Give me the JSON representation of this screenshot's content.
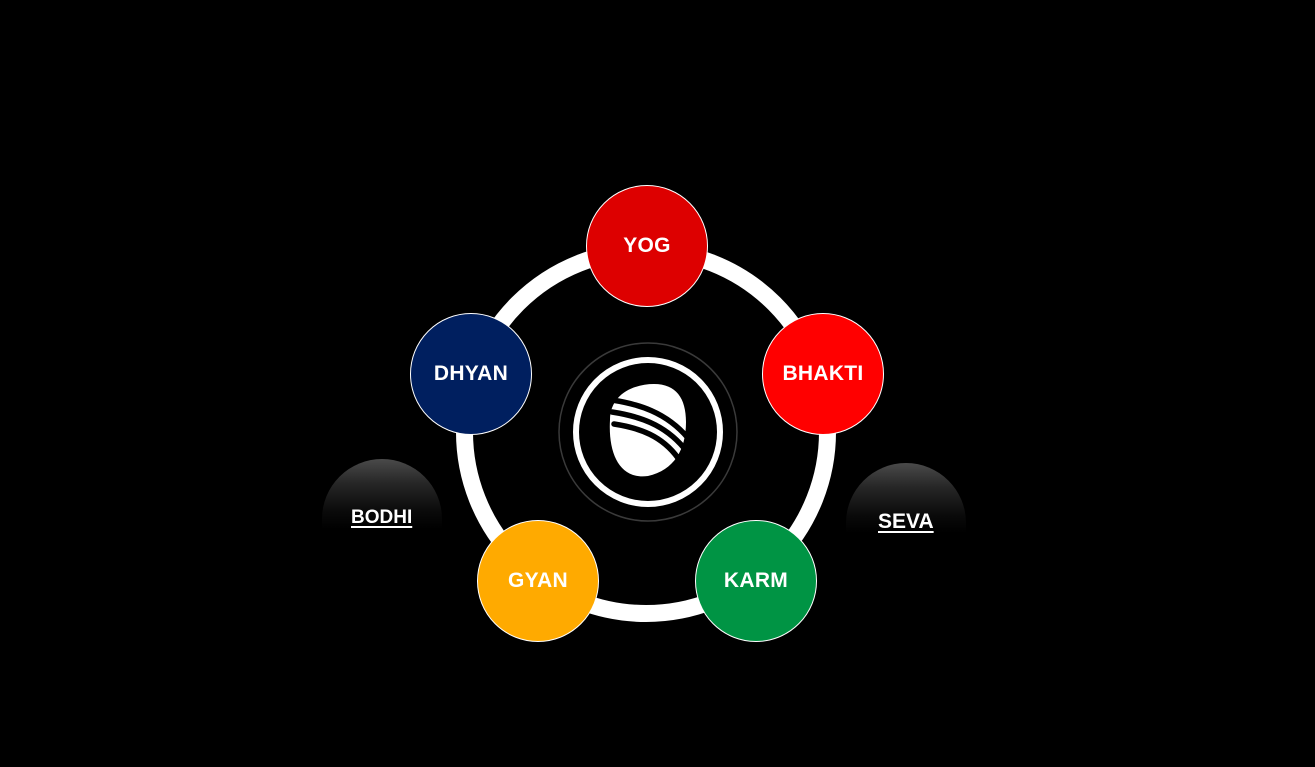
{
  "colors": {
    "background": "#000000",
    "ring": "#ffffff",
    "yog": "#DD0000",
    "bhakti": "#FF0000",
    "karm": "#009444",
    "gyan": "#FFAA00",
    "dhyan": "#001F5F"
  },
  "nodes": {
    "yog": {
      "label": "YOG"
    },
    "bhakti": {
      "label": "BHAKTI"
    },
    "karm": {
      "label": "KARM"
    },
    "gyan": {
      "label": "GYAN"
    },
    "dhyan": {
      "label": "DHYAN"
    }
  },
  "side_links": {
    "bodhi": {
      "label": "BODHI"
    },
    "seva": {
      "label": "SEVA"
    }
  },
  "center": {
    "icon": "feather-logo-icon"
  }
}
